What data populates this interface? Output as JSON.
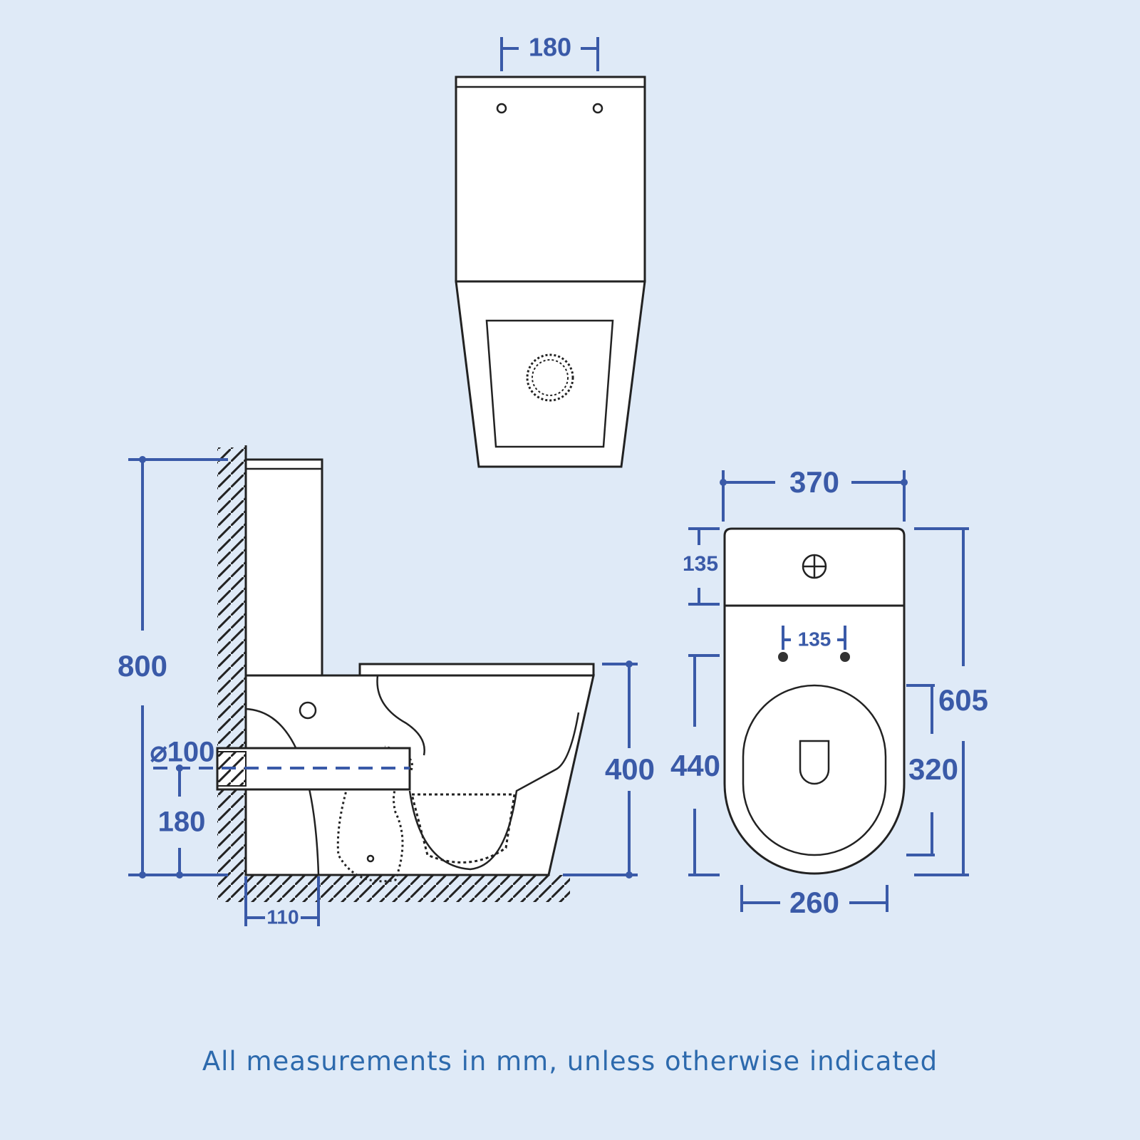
{
  "dimensions": {
    "top_holes": "180",
    "height_total": "800",
    "waste_diameter": "⌀100",
    "waste_height": "180",
    "seat_height": "400",
    "waste_offset": "110",
    "width": "370",
    "cistern_depth": "135",
    "seat_bolts": "135",
    "bowl_length": "440",
    "projection": "605",
    "seat_length": "320",
    "bowl_width": "260"
  },
  "caption": "All measurements in mm, unless otherwise indicated",
  "colors": {
    "background": "#dfeaf7",
    "dimension": "#3a5aa8",
    "caption": "#2d6aad"
  }
}
